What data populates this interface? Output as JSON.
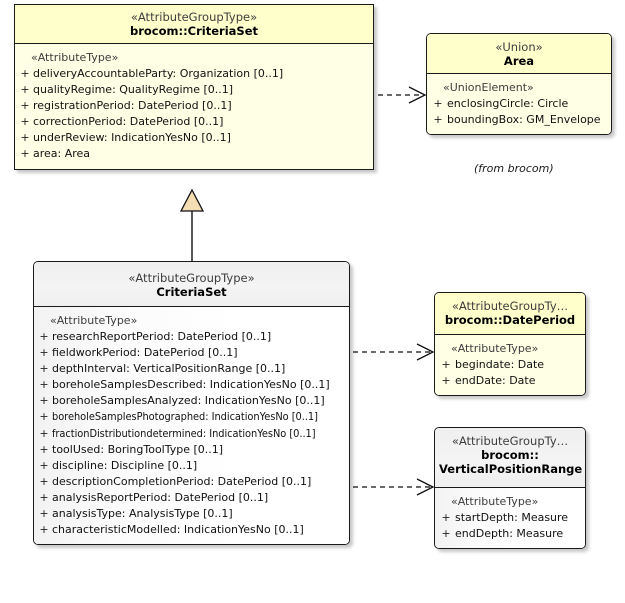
{
  "diagram": {
    "type": "uml-class-diagram",
    "colors": {
      "fill_yellow_header": "#ffffcc",
      "fill_yellow_body": "#ffffe6",
      "fill_grey_header": "#f1f1f1",
      "fill_grey_body": "#fbfbfb",
      "border": "#1a1a1a",
      "generalization_arrow_fill": "#f5ddb3",
      "text": "#000000"
    },
    "notes": [
      {
        "id": "from-brocom",
        "text": "(from brocom)"
      }
    ]
  },
  "classes": {
    "brocom_criteriaset": {
      "stereotype": "«AttributeGroupType»",
      "name": "brocom::CriteriaSet",
      "fill": "yellow",
      "compartment_stereotype": "«AttributeType»",
      "attributes": [
        {
          "visibility": "+",
          "signature": "deliveryAccountableParty: Organization [0..1]"
        },
        {
          "visibility": "+",
          "signature": "qualityRegime: QualityRegime [0..1]"
        },
        {
          "visibility": "+",
          "signature": "registrationPeriod: DatePeriod [0..1]"
        },
        {
          "visibility": "+",
          "signature": "correctionPeriod: DatePeriod [0..1]"
        },
        {
          "visibility": "+",
          "signature": "underReview: IndicationYesNo [0..1]"
        },
        {
          "visibility": "+",
          "signature": "area: Area"
        }
      ]
    },
    "area": {
      "stereotype": "«Union»",
      "name": "Area",
      "fill": "yellow",
      "compartment_stereotype": "«UnionElement»",
      "attributes": [
        {
          "visibility": "+",
          "signature": "enclosingCircle: Circle"
        },
        {
          "visibility": "+",
          "signature": "boundingBox: GM_Envelope"
        }
      ]
    },
    "criteriaset": {
      "stereotype": "«AttributeGroupType»",
      "name": "CriteriaSet",
      "fill": "grey",
      "compartment_stereotype": "«AttributeType»",
      "attributes": [
        {
          "visibility": "+",
          "signature": "researchReportPeriod: DatePeriod [0..1]"
        },
        {
          "visibility": "+",
          "signature": "fieldworkPeriod: DatePeriod [0..1]"
        },
        {
          "visibility": "+",
          "signature": "depthInterval: VerticalPositionRange [0..1]"
        },
        {
          "visibility": "+",
          "signature": "boreholeSamplesDescribed: IndicationYesNo [0..1]"
        },
        {
          "visibility": "+",
          "signature": "boreholeSamplesAnalyzed: IndicationYesNo [0..1]"
        },
        {
          "visibility": "+",
          "signature": "boreholeSamplesPhotographed: IndicationYesNo [0..1]"
        },
        {
          "visibility": "+",
          "signature": "fractionDistributiondetermined: IndicationYesNo [0..1]"
        },
        {
          "visibility": "+",
          "signature": "toolUsed: BoringToolType [0..1]"
        },
        {
          "visibility": "+",
          "signature": "discipline: Discipline [0..1]"
        },
        {
          "visibility": "+",
          "signature": "descriptionCompletionPeriod: DatePeriod [0..1]"
        },
        {
          "visibility": "+",
          "signature": "analysisReportPeriod: DatePeriod [0..1]"
        },
        {
          "visibility": "+",
          "signature": "analysisType: AnalysisType [0..1]"
        },
        {
          "visibility": "+",
          "signature": "characteristicModelled: IndicationYesNo [0..1]"
        }
      ]
    },
    "dateperiod": {
      "stereotype": "«AttributeGroupTy…",
      "name": "brocom::DatePeriod",
      "fill": "yellow",
      "compartment_stereotype": "«AttributeType»",
      "attributes": [
        {
          "visibility": "+",
          "signature": "begindate: Date"
        },
        {
          "visibility": "+",
          "signature": "endDate: Date"
        }
      ]
    },
    "verticalpositionrange": {
      "stereotype": "«AttributeGroupTy…",
      "name_line1": "brocom::",
      "name_line2": "VerticalPositionRange",
      "fill": "grey",
      "compartment_stereotype": "«AttributeType»",
      "attributes": [
        {
          "visibility": "+",
          "signature": "startDepth: Measure"
        },
        {
          "visibility": "+",
          "signature": "endDepth: Measure"
        }
      ]
    }
  },
  "relationships": [
    {
      "kind": "dependency",
      "from": "brocom::CriteriaSet",
      "to": "Area"
    },
    {
      "kind": "generalization",
      "from": "CriteriaSet",
      "to": "brocom::CriteriaSet"
    },
    {
      "kind": "dependency",
      "from": "CriteriaSet",
      "to": "brocom::DatePeriod"
    },
    {
      "kind": "dependency",
      "from": "CriteriaSet",
      "to": "brocom::VerticalPositionRange"
    }
  ]
}
